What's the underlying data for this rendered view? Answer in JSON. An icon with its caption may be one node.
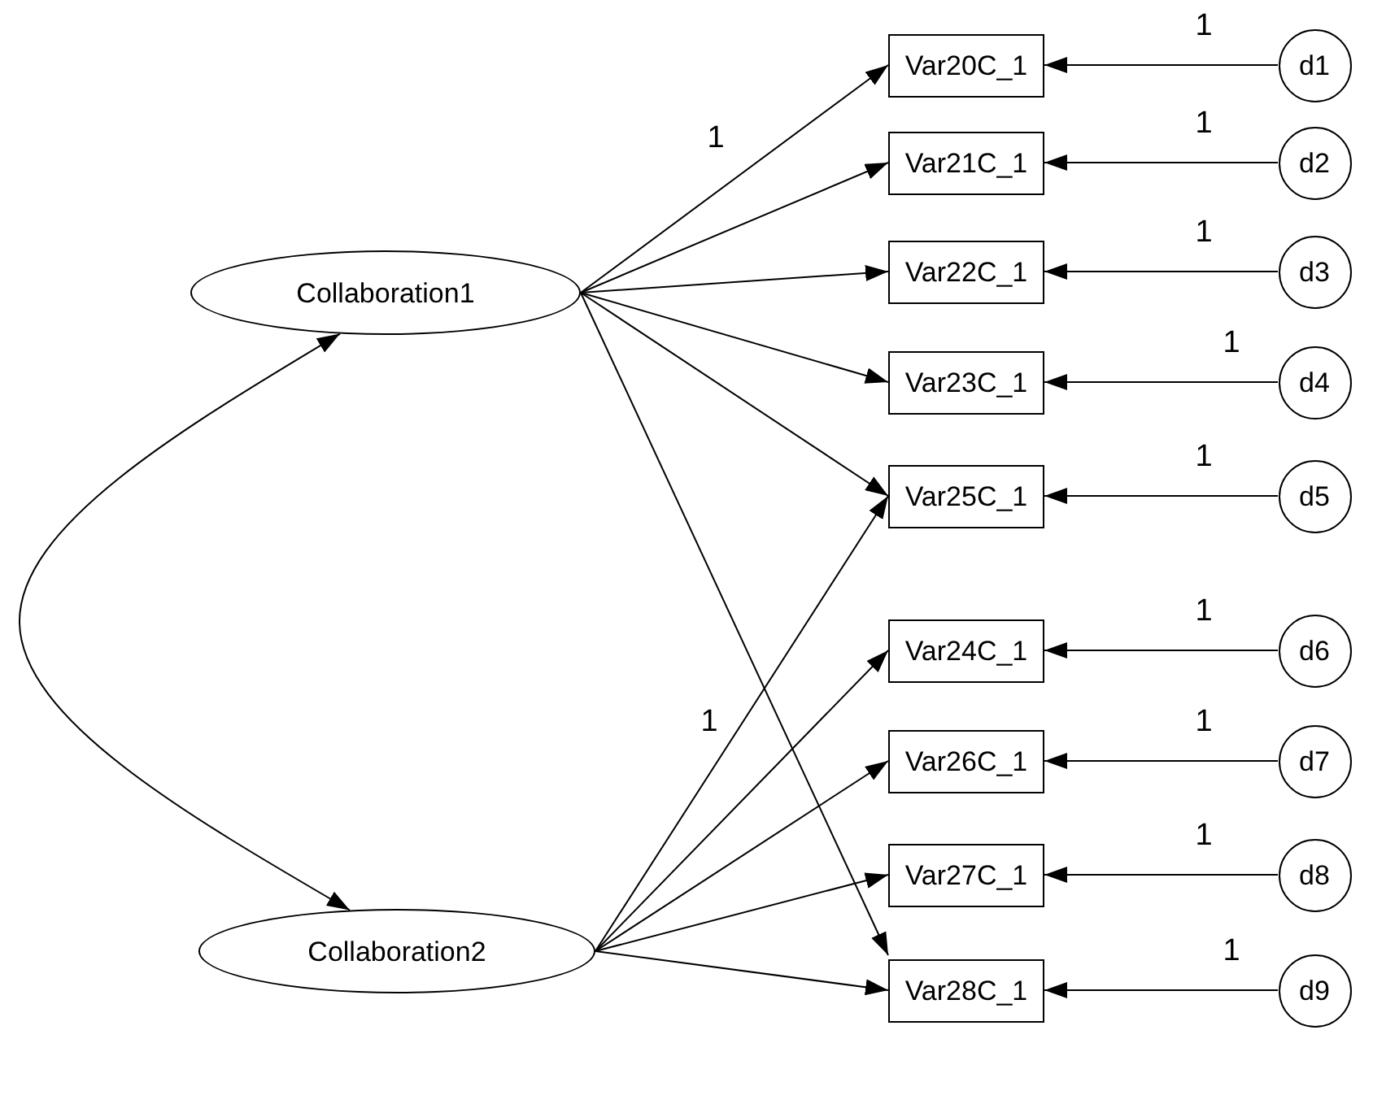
{
  "diagram": {
    "nodes": [
      {
        "text": [
          "Collaboration1"
        ]
      },
      {
        "text": [
          "Collaboration2"
        ]
      },
      {
        "text": [
          "Var20C_1"
        ]
      },
      {
        "text": [
          "Var21C_1"
        ]
      },
      {
        "text": [
          "Var22C_1"
        ]
      },
      {
        "text": [
          "Var23C_1"
        ]
      },
      {
        "text": [
          "Var25C_1"
        ]
      },
      {
        "text": [
          "Var24C_1"
        ]
      },
      {
        "text": [
          "Var26C_1"
        ]
      },
      {
        "text": [
          "Var27C_1"
        ]
      },
      {
        "text": [
          "Var28C_1"
        ]
      },
      {
        "text": [
          "d1"
        ]
      },
      {
        "text": [
          "d2"
        ]
      },
      {
        "text": [
          "d3"
        ]
      },
      {
        "text": [
          "d4"
        ]
      },
      {
        "text": [
          "d5"
        ]
      },
      {
        "text": [
          "d6"
        ]
      },
      {
        "text": [
          "d7"
        ]
      },
      {
        "text": [
          "d8"
        ]
      },
      {
        "text": [
          "d9"
        ]
      }
    ],
    "edges": [
      {
        "from": 0,
        "to": 1,
        "arrow": "both"
      },
      {
        "from": 0,
        "to": 2,
        "arrow": "to",
        "label": "1"
      },
      {
        "from": 0,
        "to": 3,
        "arrow": "to"
      },
      {
        "from": 0,
        "to": 4,
        "arrow": "to"
      },
      {
        "from": 0,
        "to": 5,
        "arrow": "to"
      },
      {
        "from": 0,
        "to": 6,
        "arrow": "to"
      },
      {
        "from": 0,
        "to": 10,
        "arrow": "to"
      },
      {
        "from": 1,
        "to": 6,
        "arrow": "to",
        "label": "1"
      },
      {
        "from": 1,
        "to": 7,
        "arrow": "to"
      },
      {
        "from": 1,
        "to": 8,
        "arrow": "to"
      },
      {
        "from": 1,
        "to": 9,
        "arrow": "to"
      },
      {
        "from": 1,
        "to": 10,
        "arrow": "to"
      },
      {
        "from": 11,
        "to": 2,
        "arrow": "to",
        "label": "1"
      },
      {
        "from": 12,
        "to": 3,
        "arrow": "to",
        "label": "1"
      },
      {
        "from": 13,
        "to": 4,
        "arrow": "to",
        "label": "1"
      },
      {
        "from": 14,
        "to": 5,
        "arrow": "to",
        "label": "1"
      },
      {
        "from": 15,
        "to": 6,
        "arrow": "to",
        "label": "1"
      },
      {
        "from": 16,
        "to": 7,
        "arrow": "to",
        "label": "1"
      },
      {
        "from": 17,
        "to": 8,
        "arrow": "to",
        "label": "1"
      },
      {
        "from": 18,
        "to": 9,
        "arrow": "to",
        "label": "1"
      },
      {
        "from": 19,
        "to": 10,
        "arrow": "to",
        "label": "1"
      }
    ]
  }
}
